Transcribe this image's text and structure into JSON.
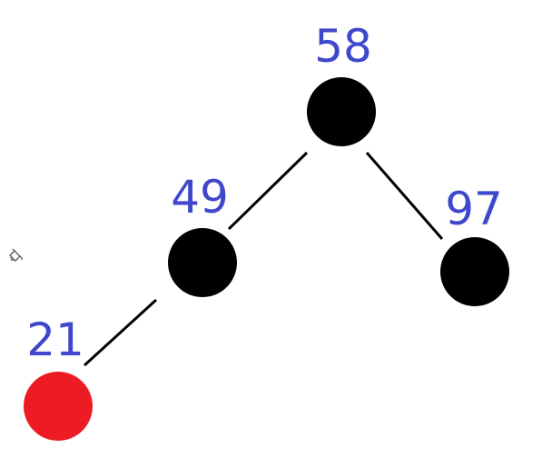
{
  "colors": {
    "label": "#3f48cc",
    "node_black": "#000000",
    "node_red": "#ed1c24",
    "edge": "#000000"
  },
  "tree": {
    "nodes": [
      {
        "id": "n58",
        "key": "58",
        "color": "black"
      },
      {
        "id": "n49",
        "key": "49",
        "color": "black"
      },
      {
        "id": "n97",
        "key": "97",
        "color": "black"
      },
      {
        "id": "n21",
        "key": "21",
        "color": "red"
      }
    ],
    "edges": [
      {
        "from": "n58",
        "to": "n49"
      },
      {
        "from": "n58",
        "to": "n97"
      },
      {
        "from": "n49",
        "to": "n21"
      }
    ]
  },
  "icons": {
    "cursor": "paint-bucket-icon"
  }
}
